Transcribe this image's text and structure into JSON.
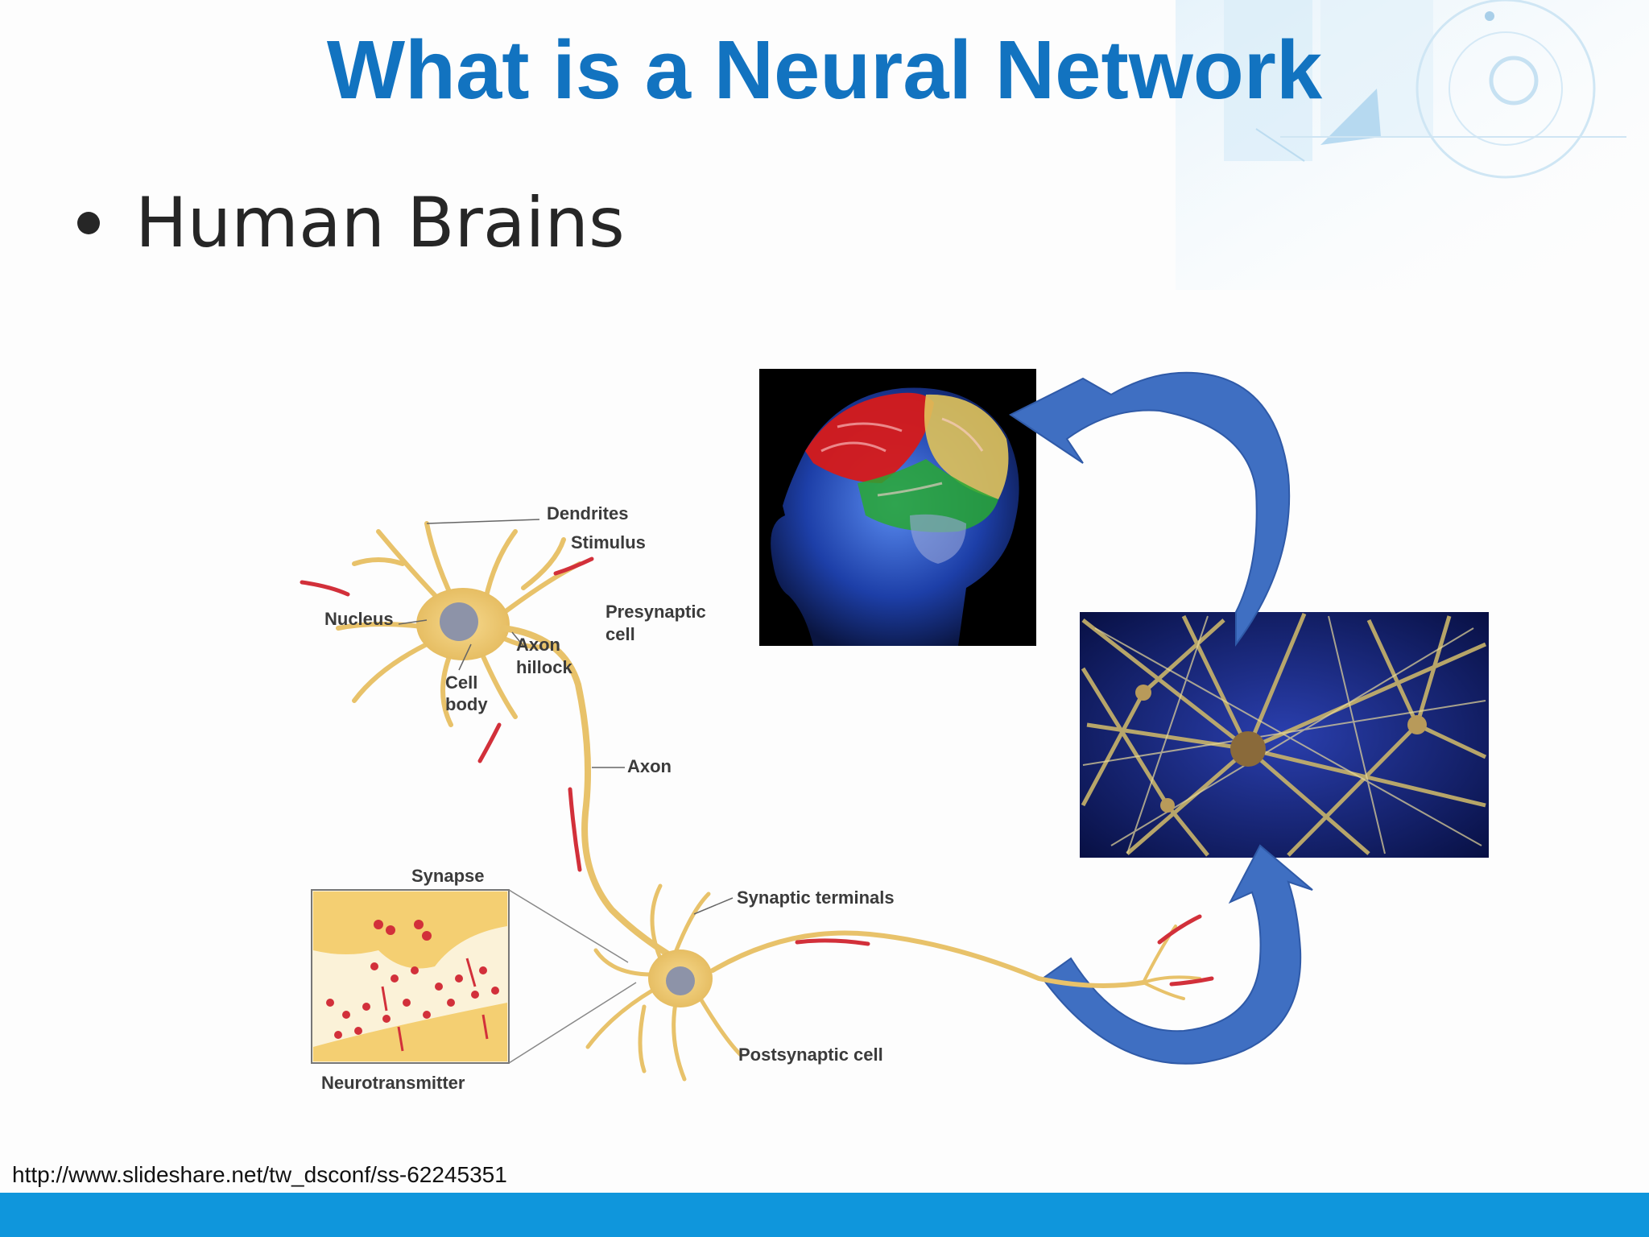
{
  "slide": {
    "title": "What is a Neural Network",
    "bullets": [
      "Human Brains"
    ],
    "source_url": "http://www.slideshare.net/tw_dsconf/ss-62245351"
  },
  "neuron_diagram": {
    "labels": {
      "dendrites": "Dendrites",
      "stimulus": "Stimulus",
      "nucleus": "Nucleus",
      "presynaptic_cell_line1": "Presynaptic",
      "presynaptic_cell_line2": "cell",
      "axon_hillock_line1": "Axon",
      "axon_hillock_line2": "hillock",
      "cell_body_line1": "Cell",
      "cell_body_line2": "body",
      "axon": "Axon",
      "synapse": "Synapse",
      "synaptic_terminals": "Synaptic terminals",
      "neurotransmitter": "Neurotransmitter",
      "postsynaptic_cell": "Postsynaptic cell"
    }
  },
  "colors": {
    "title": "#1273c0",
    "footer_bar": "#0f96dc",
    "curved_arrows": "#3f6fc2",
    "neuron": "#e8c26a",
    "signal_arrows": "#d2303a"
  }
}
